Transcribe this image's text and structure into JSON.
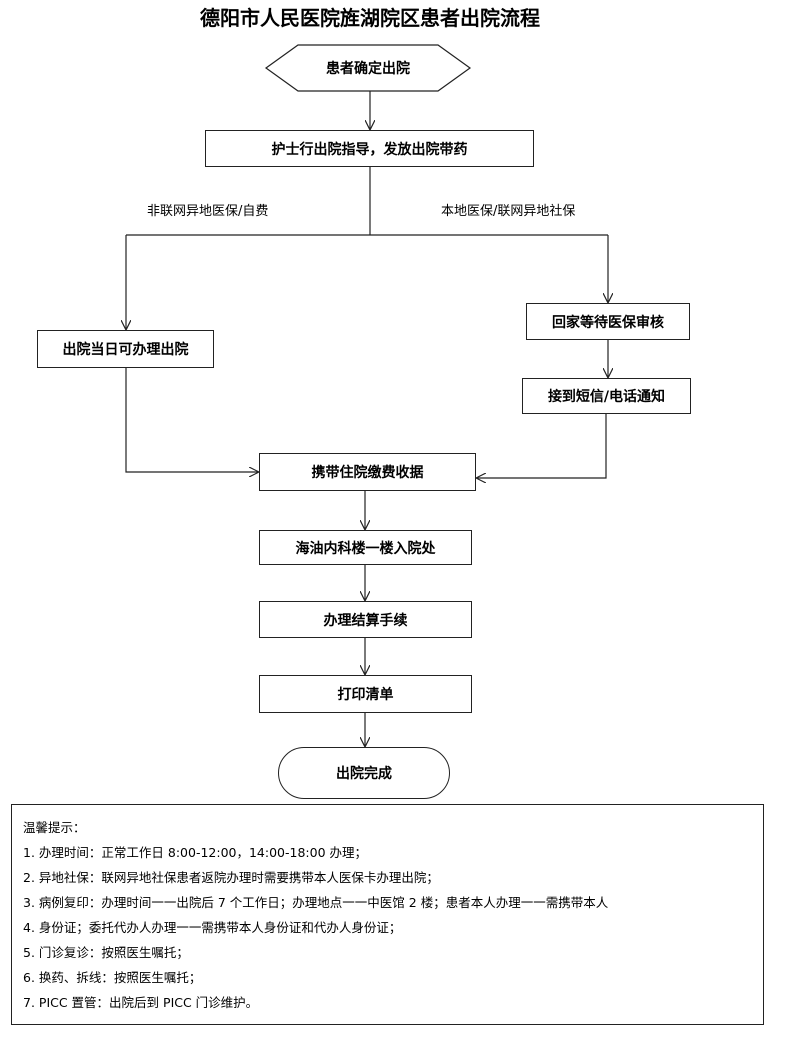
{
  "title": "德阳市人民医院旌湖院区患者出院流程",
  "nodes": {
    "start": "患者确定出院",
    "nurse_guidance": "护士行出院指导，发放出院带药",
    "same_day": "出院当日可办理出院",
    "wait_review": "回家等待医保审核",
    "notify": "接到短信/电话通知",
    "bring_receipt": "携带住院缴费收据",
    "location": "海油内科楼一楼入院处",
    "settlement": "办理结算手续",
    "print": "打印清单",
    "end": "出院完成"
  },
  "branch_labels": {
    "left": "非联网异地医保/自费",
    "right": "本地医保/联网异地社保"
  },
  "notes": {
    "heading": "温馨提示：",
    "items": [
      "1. 办理时间：正常工作日 8:00-12:00，14:00-18:00 办理；",
      "2. 异地社保：联网异地社保患者返院办理时需要携带本人医保卡办理出院；",
      "3. 病例复印：办理时间一一出院后 7 个工作日；办理地点一一中医馆 2 楼；患者本人办理一一需携带本人",
      "4. 身份证；委托代办人办理一一需携带本人身份证和代办人身份证；",
      "5. 门诊复诊：按照医生嘱托；",
      "6. 换药、拆线：按照医生嘱托；",
      "7. PICC 置管：出院后到 PICC 门诊维护。"
    ]
  }
}
